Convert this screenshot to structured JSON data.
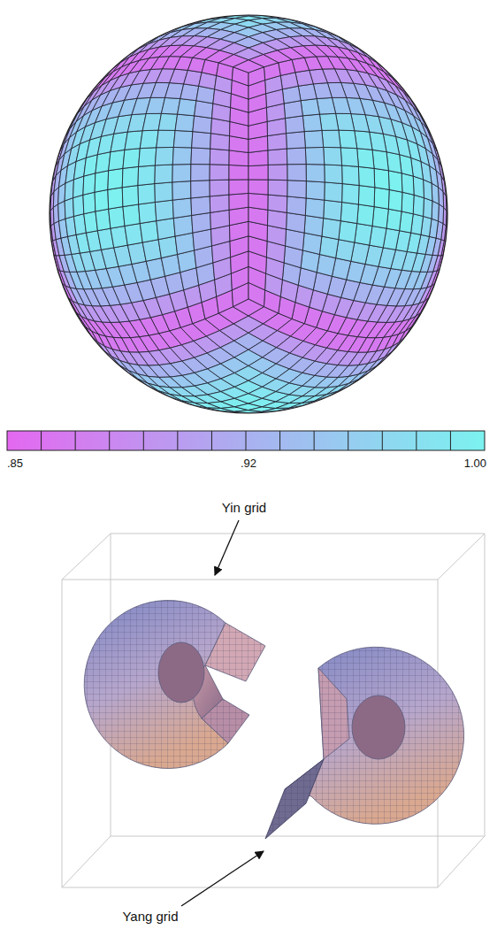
{
  "diagram": {
    "labels": [
      ".85",
      ".92",
      "1.00",
      "Yin grid",
      "Yang grid"
    ]
  }
}
